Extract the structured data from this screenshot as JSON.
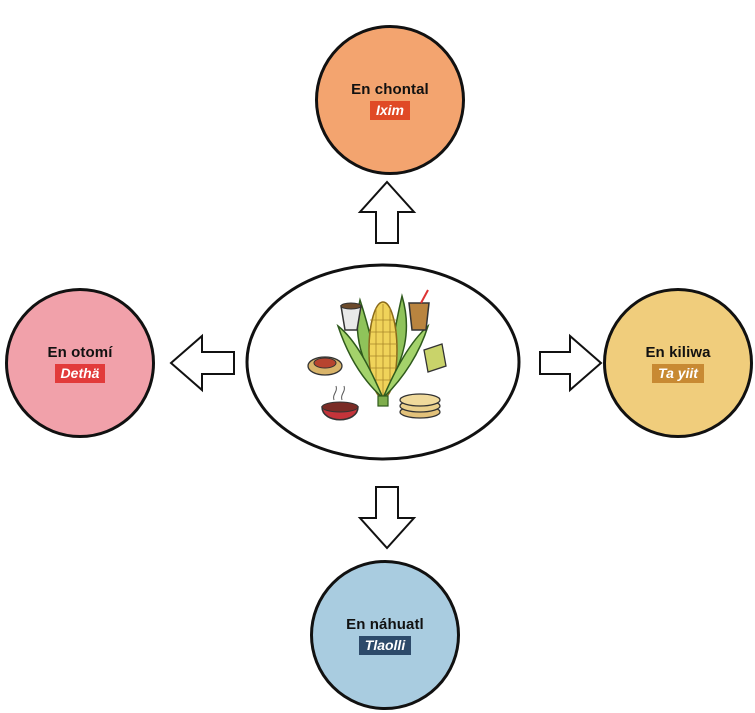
{
  "languages": {
    "chontal": {
      "label": "En chontal",
      "word": "Ixim",
      "fill": "#f3a46f",
      "chip": "#e04a26"
    },
    "otomi": {
      "label": "En otomí",
      "word": "Dethä",
      "fill": "#f1a1aa",
      "chip": "#e23b3b"
    },
    "kiliwa": {
      "label": "En kiliwa",
      "word": "Ta yiit",
      "fill": "#f0cd7c",
      "chip": "#c88a33"
    },
    "nahuatl": {
      "label": "En náhuatl",
      "word": "Tlaolli",
      "fill": "#a9cce0",
      "chip": "#2d4a6a"
    }
  },
  "center": {
    "icon": "corn-and-foods-icon"
  },
  "colors": {
    "stroke": "#111111",
    "arrow_fill": "#ffffff"
  }
}
